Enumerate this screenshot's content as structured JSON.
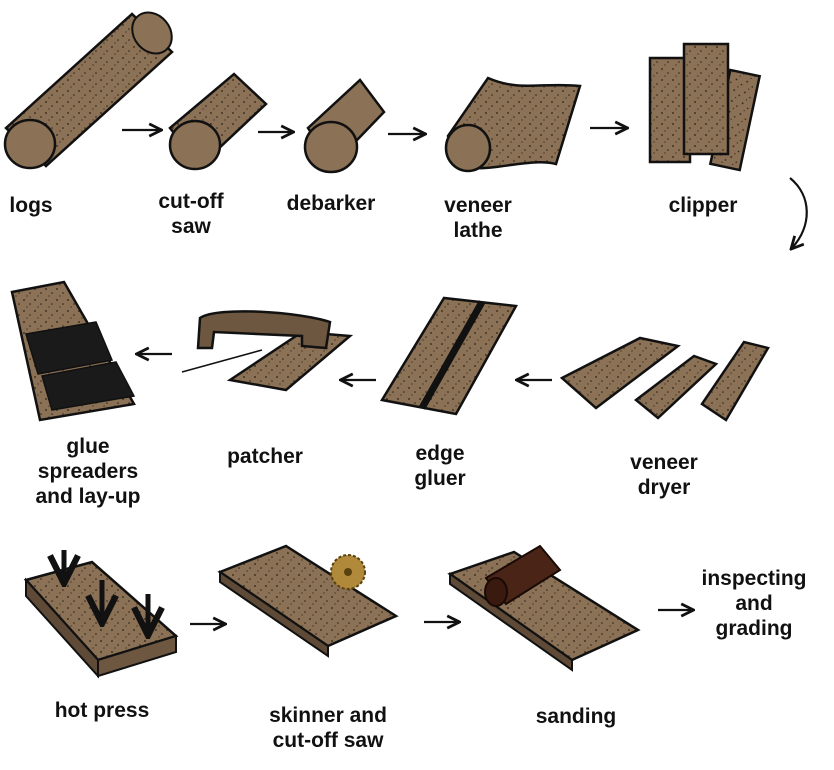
{
  "colors": {
    "wood": "#8b7155",
    "wood_dark": "#5e4a37",
    "outline": "#111111",
    "glue": "#1a1a1a",
    "press_roll": "#4a2416",
    "saw_blade": "#b08a3a"
  },
  "icons": [
    "log-icon",
    "arrow-right-icon",
    "arrow-left-icon",
    "curved-arrow-icon",
    "veneer-sheet-icon",
    "saw-blade-icon",
    "press-arrow-icon",
    "sanding-drum-icon"
  ],
  "steps": {
    "logs": [
      "logs"
    ],
    "cutoff_saw": [
      "cut-off",
      "saw"
    ],
    "debarker": [
      "debarker"
    ],
    "veneer_lathe": [
      "veneer",
      "lathe"
    ],
    "clipper": [
      "clipper"
    ],
    "veneer_dryer": [
      "veneer",
      "dryer"
    ],
    "edge_gluer": [
      "edge",
      "gluer"
    ],
    "patcher": [
      "patcher"
    ],
    "glue_spreaders": [
      "glue",
      "spreaders",
      "and lay-up"
    ],
    "hot_press": [
      "hot press"
    ],
    "skinner": [
      "skinner and",
      "cut-off saw"
    ],
    "sanding": [
      "sanding"
    ],
    "inspecting": [
      "inspecting",
      "and",
      "grading"
    ]
  }
}
